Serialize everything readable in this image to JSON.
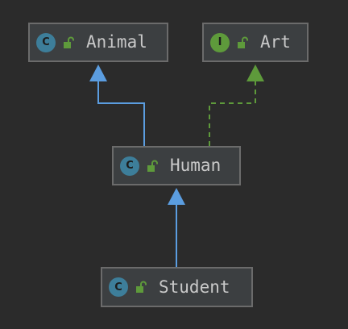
{
  "nodes": {
    "animal": {
      "kind": "class",
      "badge": "C",
      "name": "Animal"
    },
    "art": {
      "kind": "interface",
      "badge": "I",
      "name": "Art"
    },
    "human": {
      "kind": "class",
      "badge": "C",
      "name": "Human"
    },
    "student": {
      "kind": "class",
      "badge": "C",
      "name": "Student"
    }
  },
  "relations": [
    {
      "from": "human",
      "to": "animal",
      "type": "extends"
    },
    {
      "from": "human",
      "to": "art",
      "type": "implements"
    },
    {
      "from": "student",
      "to": "human",
      "type": "extends"
    }
  ],
  "colors": {
    "background": "#2b2b2b",
    "node_fill": "#3c3f41",
    "node_border": "#6b6b6b",
    "text": "#c9c9c9",
    "class_badge": "#3d7e9a",
    "interface_badge": "#5e9a3b",
    "extends_edge": "#5b9de0",
    "implements_edge": "#5e9a3b",
    "lock": "#5e9a3b"
  }
}
